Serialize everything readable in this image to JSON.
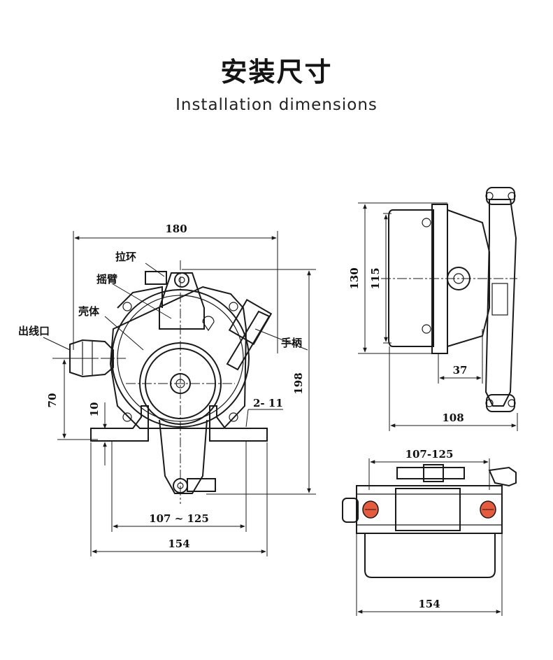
{
  "header": {
    "title": "安装尺寸",
    "subtitle": "Installation dimensions"
  },
  "front_view": {
    "dims": {
      "width_total": "180",
      "height_total": "198",
      "bracket_height": "70",
      "base_thickness": "10",
      "hole_spec": "2- 11",
      "hole_spacing": "107 ~ 125",
      "base_width": "154"
    },
    "labels": {
      "pull_ring": "拉环",
      "rocker_arm": "摇臂",
      "housing": "壳体",
      "cable_outlet": "出线口",
      "handle": "手柄"
    }
  },
  "side_view": {
    "dims": {
      "height_outer": "130",
      "height_inner": "115",
      "offset": "37",
      "depth": "108"
    }
  },
  "top_view": {
    "dims": {
      "hole_spacing": "107-125",
      "base_width": "154"
    }
  },
  "colors": {
    "line": "#1a1a1a",
    "marker": "#e85a3c"
  }
}
